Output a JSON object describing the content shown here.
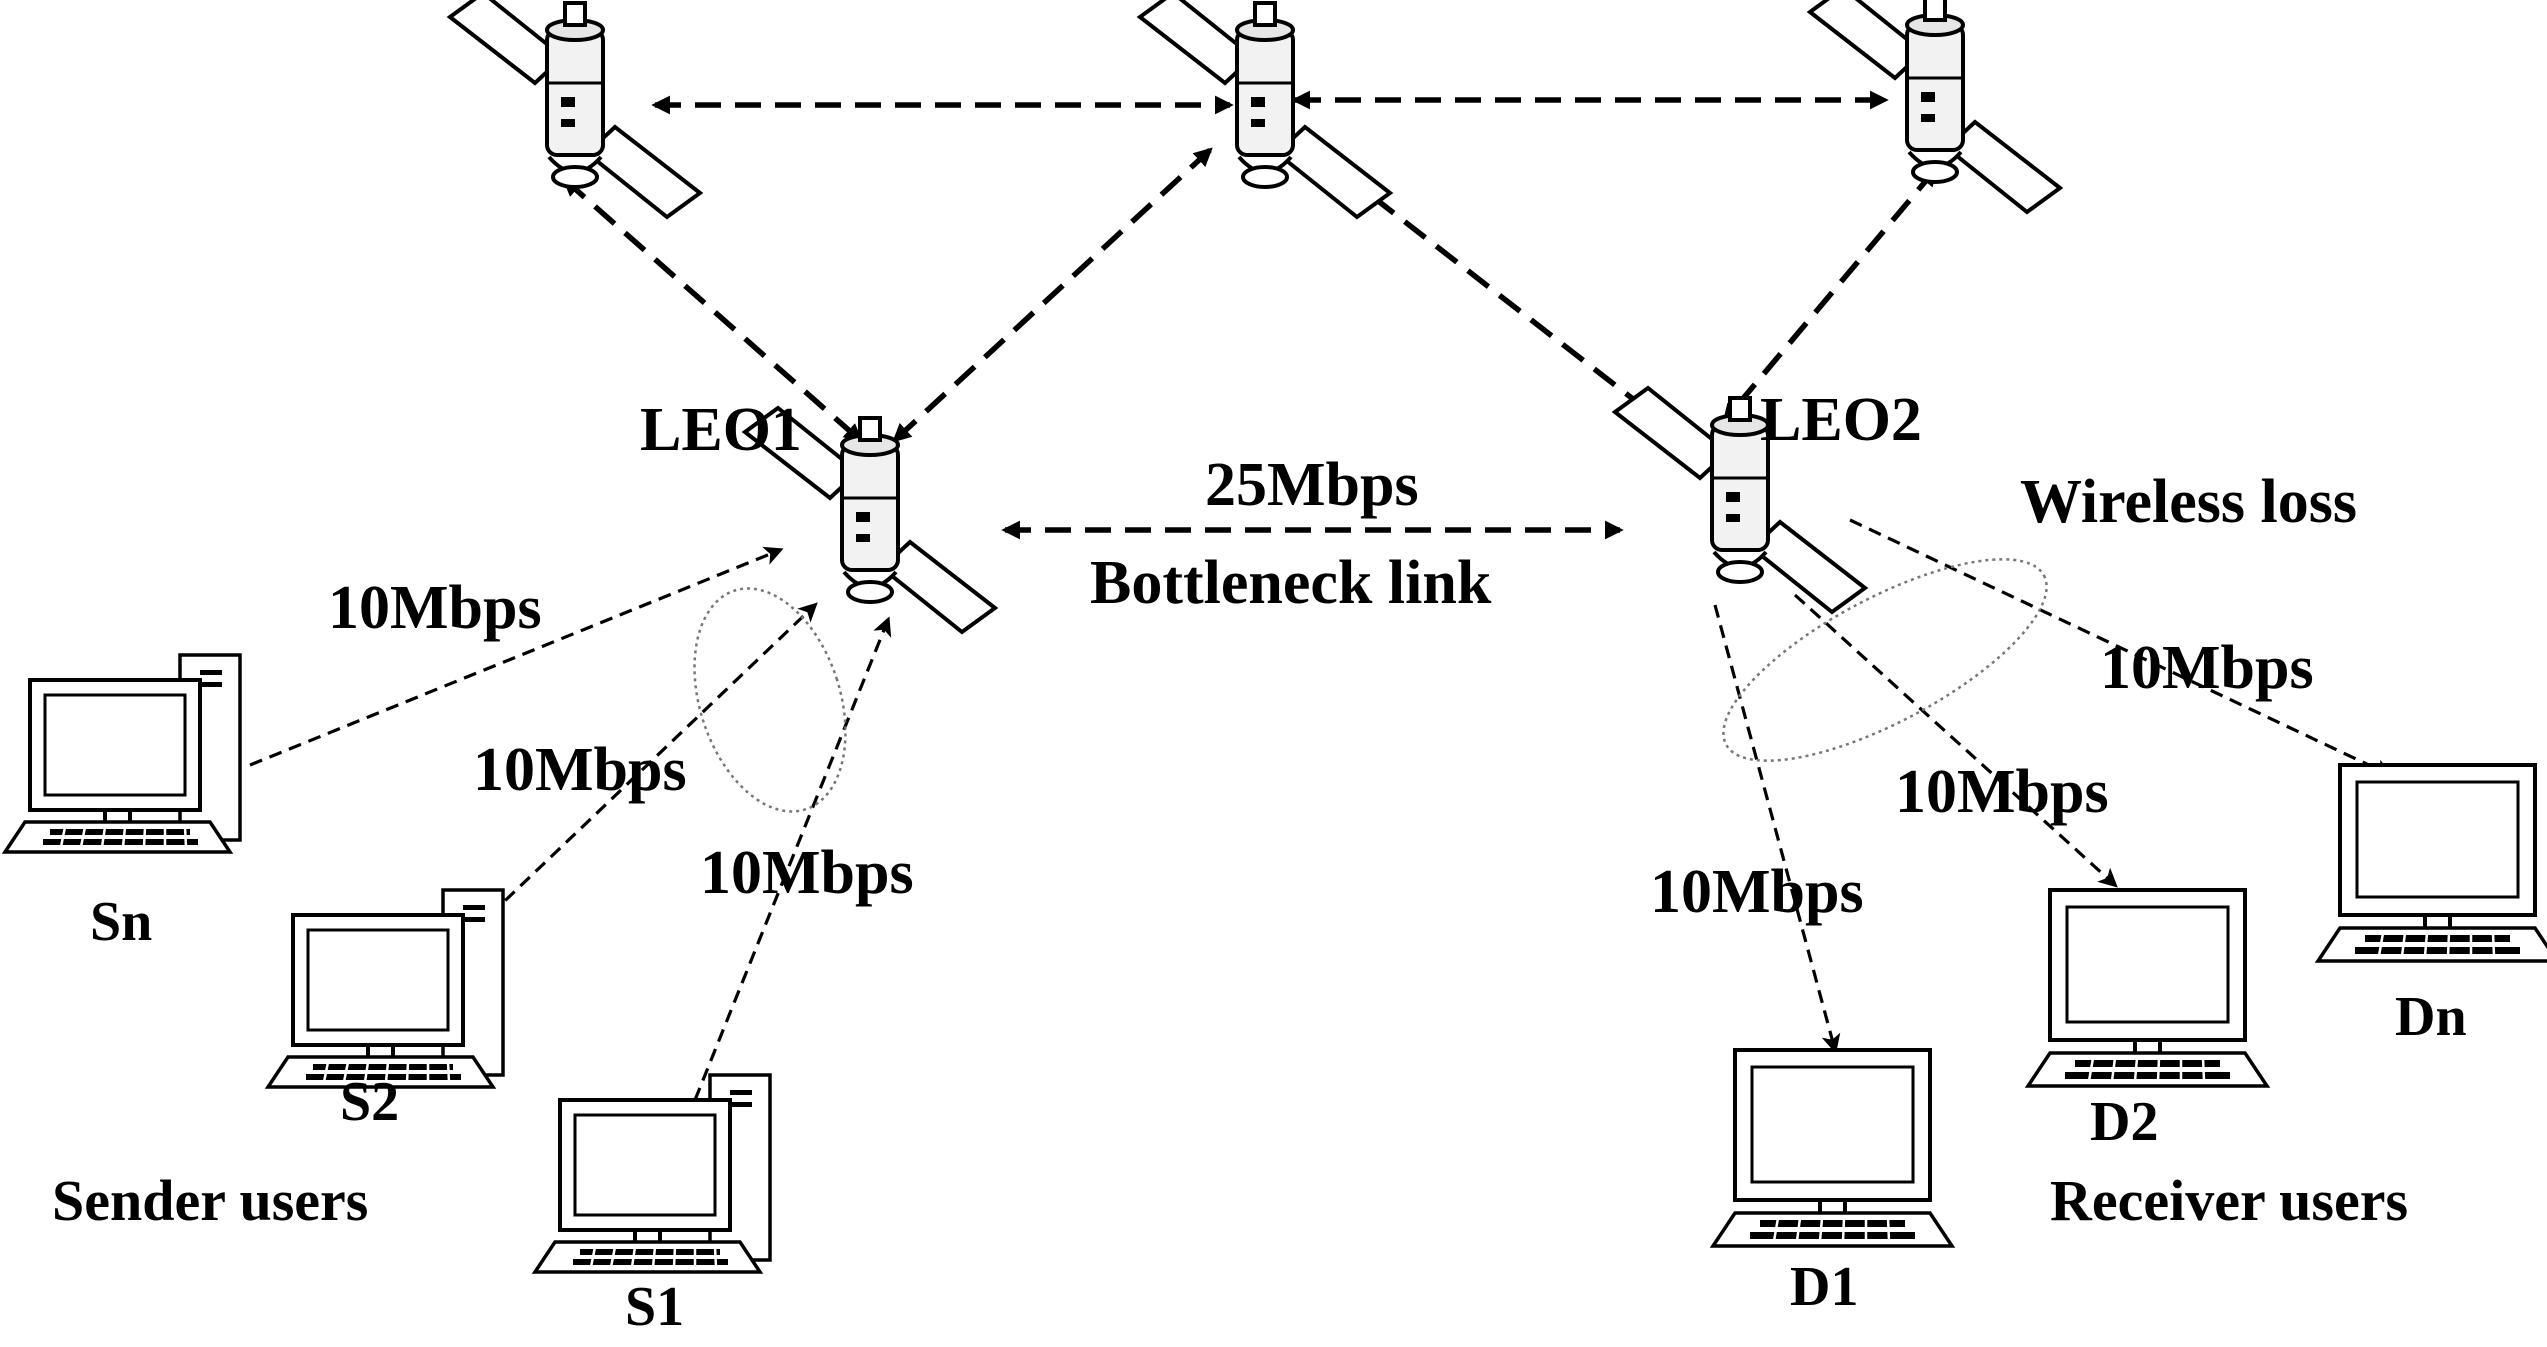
{
  "satellites": {
    "leo1": "LEO1",
    "leo2": "LEO2"
  },
  "bottleneck": {
    "rate": "25Mbps",
    "caption": "Bottleneck link"
  },
  "wireless_loss": "Wireless loss",
  "access_rates": {
    "sn": "10Mbps",
    "s2": "10Mbps",
    "s1": "10Mbps",
    "d1": "10Mbps",
    "d2": "10Mbps",
    "dn": "10Mbps"
  },
  "senders": {
    "sn": "Sn",
    "s2": "S2",
    "s1": "S1",
    "group": "Sender users"
  },
  "receivers": {
    "d1": "D1",
    "d2": "D2",
    "dn": "Dn",
    "group": "Receiver users"
  },
  "colors": {
    "ink": "#000000",
    "background": "#ffffff",
    "loss_ellipse": "#777777"
  },
  "icons": {
    "satellite": "satellite-icon",
    "computer": "desktop-computer-icon"
  }
}
